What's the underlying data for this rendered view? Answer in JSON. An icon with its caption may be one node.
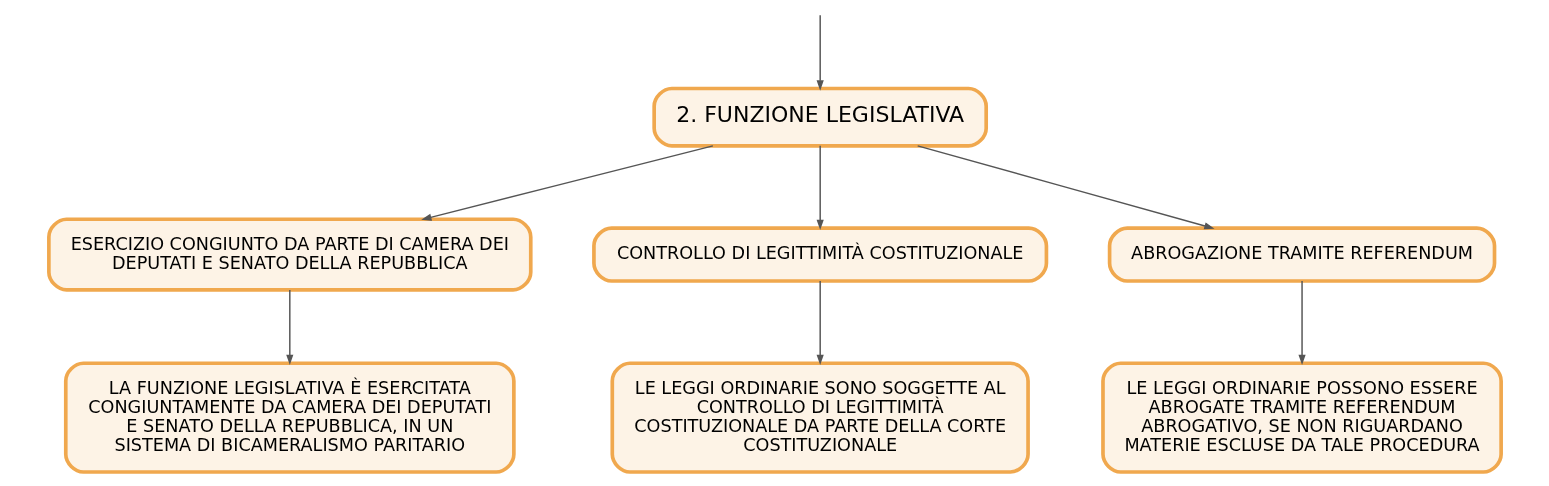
{
  "diagram": {
    "nodes": [
      {
        "text": [
          "2. FUNZIONE LEGISLATIVA"
        ]
      },
      {
        "text": [
          "ESERCIZIO CONGIUNTO DA PARTE DI CAMERA DEI DEPUTATI E SENATO DELLA REPUBBLICA"
        ]
      },
      {
        "text": [
          "CONTROLLO DI LEGITTIMITÀ COSTITUZIONALE"
        ]
      },
      {
        "text": [
          "ABROGAZIONE TRAMITE REFERENDUM"
        ]
      },
      {
        "text": [
          "LA FUNZIONE LEGISLATIVA È ESERCITATA CONGIUNTAMENTE DA CAMERA DEI DEPUTATI E SENATO DELLA REPUBBLICA, IN UN SISTEMA DI BICAMERALISMO PARITARIO"
        ]
      },
      {
        "text": [
          "LE LEGGI ORDINARIE SONO SOGGETTE AL CONTROLLO DI LEGITTIMITÀ COSTITUZIONALE DA PARTE DELLA CORTE COSTITUZIONALE"
        ]
      },
      {
        "text": [
          "LE LEGGI ORDINARIE POSSONO ESSERE ABROGATE TRAMITE REFERENDUM ABROGATIVO, SE NON RIGUARDANO MATERIE ESCLUSE DA TALE PROCEDURA"
        ]
      }
    ],
    "edges": [
      {
        "from": null,
        "to": 0,
        "arrow": "to"
      },
      {
        "from": 0,
        "to": 1,
        "arrow": "to"
      },
      {
        "from": 0,
        "to": 2,
        "arrow": "to"
      },
      {
        "from": 0,
        "to": 3,
        "arrow": "to"
      },
      {
        "from": 1,
        "to": 4,
        "arrow": "to"
      },
      {
        "from": 2,
        "to": 5,
        "arrow": "to"
      },
      {
        "from": 3,
        "to": 6,
        "arrow": "to"
      }
    ]
  }
}
